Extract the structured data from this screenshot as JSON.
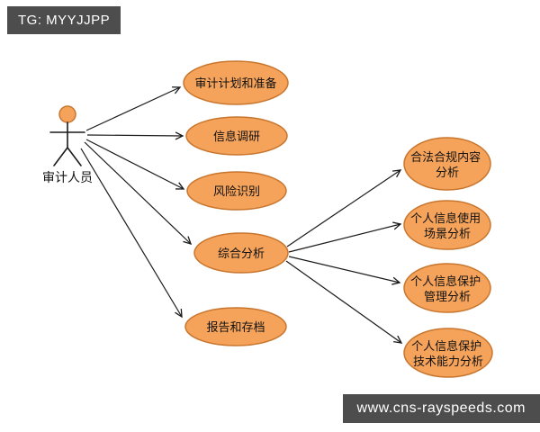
{
  "watermarks": {
    "top_left": "TG: MYYJJPP",
    "bottom_right": "www.cns-rayspeeds.com"
  },
  "actor": {
    "label": "审计人员"
  },
  "use_cases": {
    "main": [
      {
        "label": "审计计划和准备"
      },
      {
        "label": "信息调研"
      },
      {
        "label": "风险识别"
      },
      {
        "label": "综合分析"
      },
      {
        "label": "报告和存档"
      }
    ],
    "sub": [
      {
        "lines": [
          "合法合规内容",
          "分析"
        ]
      },
      {
        "lines": [
          "个人信息使用",
          "场景分析"
        ]
      },
      {
        "lines": [
          "个人信息保护",
          "管理分析"
        ]
      },
      {
        "lines": [
          "个人信息保护",
          "技术能力分析"
        ]
      }
    ]
  },
  "edges": [
    {
      "from": "审计人员",
      "to": "审计计划和准备"
    },
    {
      "from": "审计人员",
      "to": "信息调研"
    },
    {
      "from": "审计人员",
      "to": "风险识别"
    },
    {
      "from": "审计人员",
      "to": "综合分析"
    },
    {
      "from": "审计人员",
      "to": "报告和存档"
    },
    {
      "from": "综合分析",
      "to": "合法合规内容分析"
    },
    {
      "from": "综合分析",
      "to": "个人信息使用场景分析"
    },
    {
      "from": "综合分析",
      "to": "个人信息保护管理分析"
    },
    {
      "from": "综合分析",
      "to": "个人信息保护技术能力分析"
    }
  ],
  "colors": {
    "node_fill": "#F5A35B",
    "node_stroke": "#C8762E",
    "line": "#1A1A1A",
    "badge_bg": "#4D4D4D",
    "badge_text": "#FFFFFF"
  }
}
